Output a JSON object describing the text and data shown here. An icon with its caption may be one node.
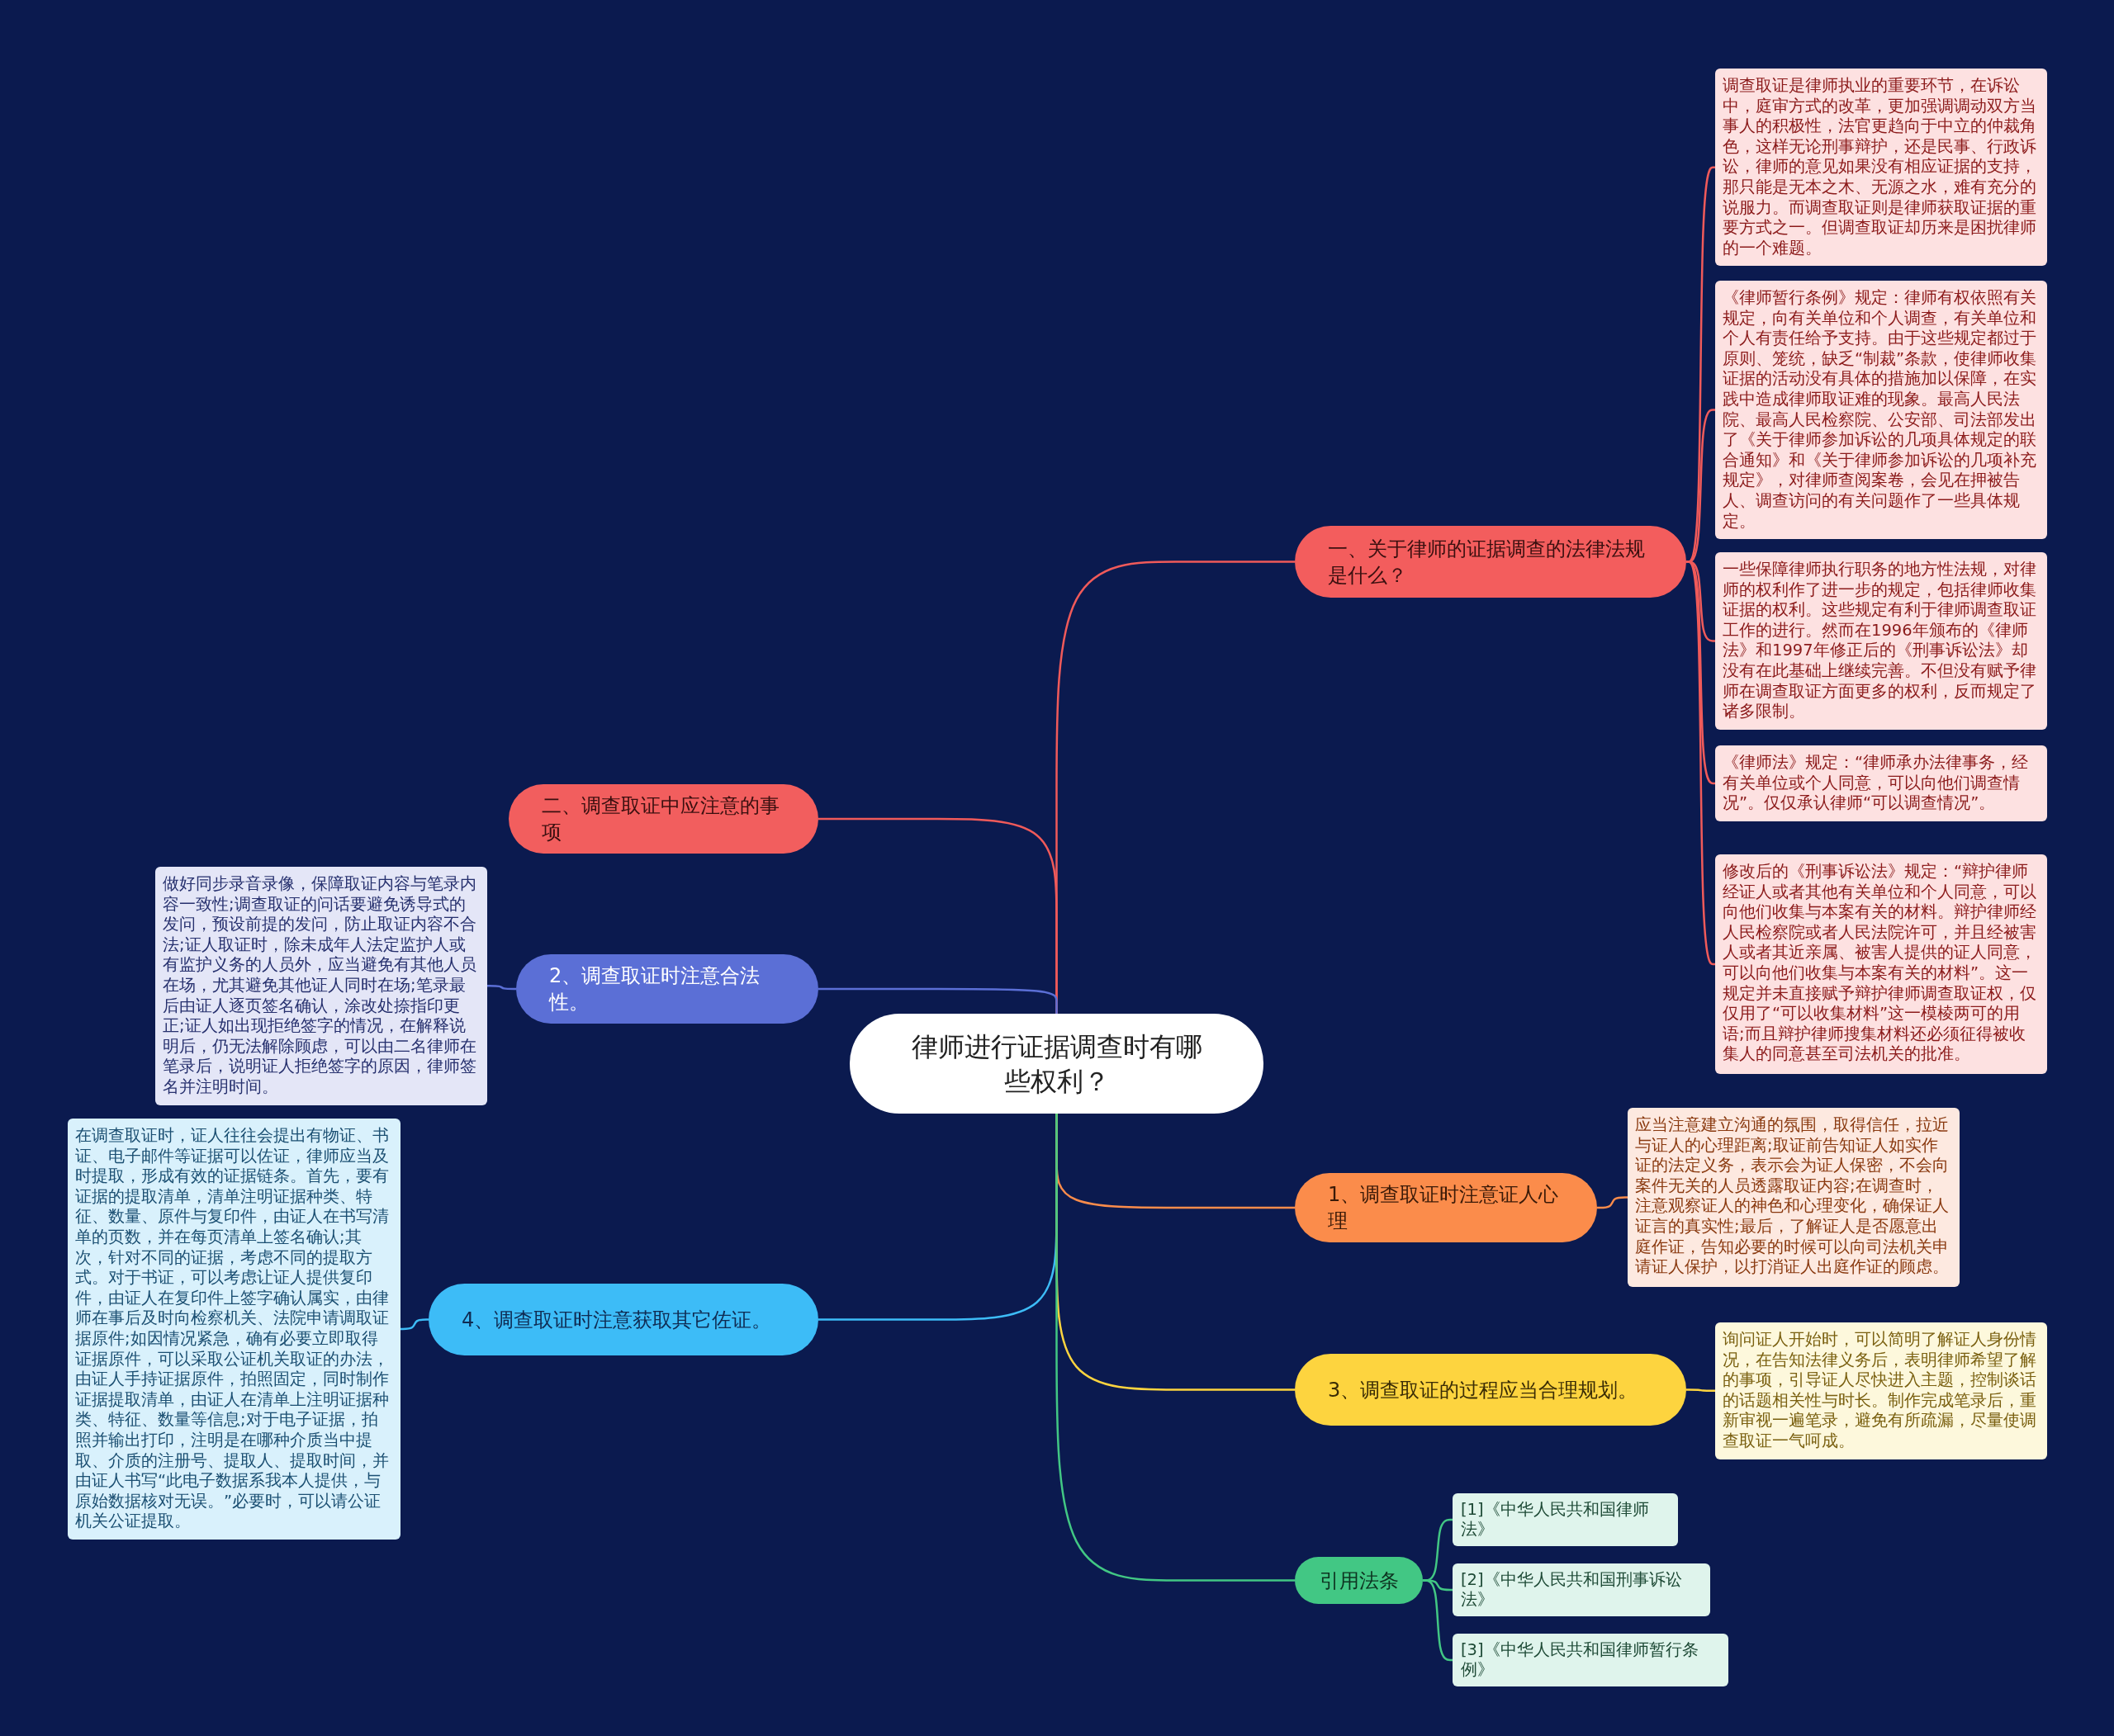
{
  "diagram": {
    "nodes": [
      {
        "text": [
          "律师进行证据调查时有哪些权利？"
        ]
      },
      {
        "text": [
          "一、关于律师的证据调查的法律法规是什么？"
        ]
      },
      {
        "text": [
          "调查取证是律师执业的重要环节，在诉讼中，庭审方式的改革，更加强调调动双方当事人的积极性，法官更趋向于中立的仲裁角色，这样无论刑事辩护，还是民事、行政诉讼，律师的意见如果没有相应证据的支持，那只能是无本之木、无源之水，难有充分的说服力。而调查取证则是律师获取证据的重要方式之一。但调查取证却历来是困扰律师的一个难题。"
        ]
      },
      {
        "text": [
          "《律师暂行条例》规定：律师有权依照有关规定，向有关单位和个人调查，有关单位和个人有责任给予支持。由于这些规定都过于原则、笼统，缺乏“制裁”条款，使律师收集证据的活动没有具体的措施加以保障，在实践中造成律师取证难的现象。最高人民法院、最高人民检察院、公安部、司法部发出了《关于律师参加诉讼的几项具体规定的联合通知》和《关于律师参加诉讼的几项补充规定》，对律师查阅案卷，会见在押被告人、调查访问的有关问题作了一些具体规定。"
        ]
      },
      {
        "text": [
          "一些保障律师执行职务的地方性法规，对律师的权利作了进一步的规定，包括律师收集证据的权利。这些规定有利于律师调查取证工作的进行。然而在1996年颁布的《律师法》和1997年修正后的《刑事诉讼法》却没有在此基础上继续完善。不但没有赋予律师在调查取证方面更多的权利，反而规定了诸多限制。"
        ]
      },
      {
        "text": [
          "《律师法》规定：“律师承办法律事务，经有关单位或个人同意，可以向他们调查情况”。仅仅承认律师“可以调查情况”。"
        ]
      },
      {
        "text": [
          "修改后的《刑事诉讼法》规定：“辩护律师经证人或者其他有关单位和个人同意，可以向他们收集与本案有关的材料。辩护律师经人民检察院或者人民法院许可，并且经被害人或者其近亲属、被害人提供的证人同意，可以向他们收集与本案有关的材料”。这一规定并未直接赋予辩护律师调查取证权，仅仅用了“可以收集材料”这一模棱两可的用语;而且辩护律师搜集材料还必须征得被收集人的同意甚至司法机关的批准。"
        ]
      },
      {
        "text": [
          "二、调查取证中应注意的事项"
        ]
      },
      {
        "text": [
          "2、调查取证时注意合法性。"
        ]
      },
      {
        "text": [
          "做好同步录音录像，保障取证内容与笔录内容一致性;调查取证的问话要避免诱导式的发问，预设前提的发问，防止取证内容不合法;证人取证时，除未成年人法定监护人或有监护义务的人员外，应当避免有其他人员在场，尤其避免其他证人同时在场;笔录最后由证人逐页签名确认，涂改处捺指印更正;证人如出现拒绝签字的情况，在解释说明后，仍无法解除顾虑，可以由二名律师在笔录后，说明证人拒绝签字的原因，律师签名并注明时间。"
        ]
      },
      {
        "text": [
          "4、调查取证时注意获取其它佐证。"
        ]
      },
      {
        "text": [
          "在调查取证时，证人往往会提出有物证、书证、电子邮件等证据可以佐证，律师应当及时提取，形成有效的证据链条。首先，要有证据的提取清单，清单注明证据种类、特征、数量、原件与复印件，由证人在书写清单的页数，并在每页清单上签名确认;其次，针对不同的证据，考虑不同的提取方式。对于书证，可以考虑让证人提供复印件，由证人在复印件上签字确认属实，由律师在事后及时向检察机关、法院申请调取证据原件;如因情况紧急，确有必要立即取得证据原件，可以采取公证机关取证的办法，由证人手持证据原件，拍照固定，同时制作证据提取清单，由证人在清单上注明证据种类、特征、数量等信息;对于电子证据，拍照并输出打印，注明是在哪种介质当中提取、介质的注册号、提取人、提取时间，并由证人书写“此电子数据系我本人提供，与原始数据核对无误。”必要时，可以请公证机关公证提取。"
        ]
      },
      {
        "text": [
          "1、调查取证时注意证人心理"
        ]
      },
      {
        "text": [
          "应当注意建立沟通的氛围，取得信任，拉近与证人的心理距离;取证前告知证人如实作证的法定义务，表示会为证人保密，不会向案件无关的人员透露取证内容;在调查时，注意观察证人的神色和心理变化，确保证人证言的真实性;最后，了解证人是否愿意出庭作证，告知必要的时候可以向司法机关申请证人保护，以打消证人出庭作证的顾虑。"
        ]
      },
      {
        "text": [
          "3、调查取证的过程应当合理规划。"
        ]
      },
      {
        "text": [
          "询问证人开始时，可以简明了解证人身份情况，在告知法律义务后，表明律师希望了解的事项，引导证人尽快进入主题，控制谈话的话题相关性与时长。制作完成笔录后，重新审视一遍笔录，避免有所疏漏，尽量使调查取证一气呵成。"
        ]
      },
      {
        "text": [
          "引用法条"
        ]
      },
      {
        "text": [
          "[1]《中华人民共和国律师法》"
        ]
      },
      {
        "text": [
          "[2]《中华人民共和国刑事诉讼法》"
        ]
      },
      {
        "text": [
          "[3]《中华人民共和国律师暂行条例》"
        ]
      }
    ],
    "edges": [
      {
        "from": 0,
        "to": 1,
        "arrow": "none"
      },
      {
        "from": 1,
        "to": 2,
        "arrow": "none"
      },
      {
        "from": 1,
        "to": 3,
        "arrow": "none"
      },
      {
        "from": 1,
        "to": 4,
        "arrow": "none"
      },
      {
        "from": 1,
        "to": 5,
        "arrow": "none"
      },
      {
        "from": 1,
        "to": 6,
        "arrow": "none"
      },
      {
        "from": 0,
        "to": 7,
        "arrow": "none"
      },
      {
        "from": 0,
        "to": 8,
        "arrow": "none",
        "color": "#5b6fd6"
      },
      {
        "from": 8,
        "to": 9,
        "arrow": "none",
        "color": "#5b6fd6"
      },
      {
        "from": 0,
        "to": 10,
        "arrow": "none",
        "color": "#3dbcf7"
      },
      {
        "from": 10,
        "to": 11,
        "arrow": "none",
        "color": "#3dbcf7"
      },
      {
        "from": 0,
        "to": 12,
        "arrow": "none",
        "color": "#fb8c4b"
      },
      {
        "from": 12,
        "to": 13,
        "arrow": "none",
        "color": "#fb8c4b"
      },
      {
        "from": 0,
        "to": 14,
        "arrow": "none",
        "color": "#fdd43f"
      },
      {
        "from": 14,
        "to": 15,
        "arrow": "none",
        "color": "#fdd43f"
      },
      {
        "from": 0,
        "to": 16,
        "arrow": "none",
        "color": "#42c784"
      },
      {
        "from": 16,
        "to": 17,
        "arrow": "none",
        "color": "#42c784"
      },
      {
        "from": 16,
        "to": 18,
        "arrow": "none",
        "color": "#42c784"
      },
      {
        "from": 16,
        "to": 19,
        "arrow": "none",
        "color": "#42c784"
      }
    ]
  }
}
